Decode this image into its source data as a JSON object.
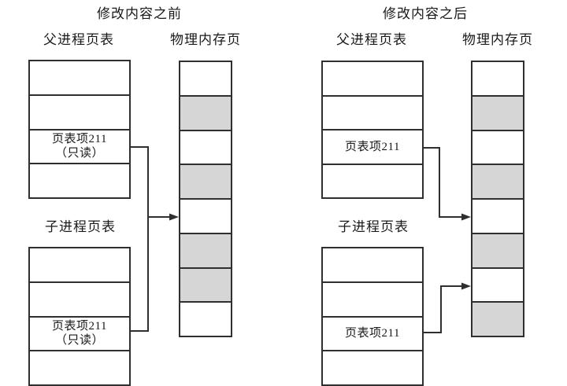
{
  "colors": {
    "bg": "#ffffff",
    "line-color": "#2f2f2f",
    "shaded-fill": "#d6d6d6",
    "text-color": "#1a1a1a"
  },
  "before": {
    "title": "修改内容之前",
    "parent_label": "父进程页表",
    "memory_label": "物理内存页",
    "child_label": "子进程页表",
    "parent_entry": {
      "line1": "页表项211",
      "line2": "（只读）"
    },
    "child_entry": {
      "line1": "页表项211",
      "line2": "（只读）"
    },
    "memory_rows": [
      "white",
      "gray",
      "white",
      "gray",
      "white",
      "gray",
      "gray",
      "white"
    ]
  },
  "after": {
    "title": "修改内容之后",
    "parent_label": "父进程页表",
    "memory_label": "物理内存页",
    "child_label": "子进程页表",
    "parent_entry": {
      "line1": "页表项211",
      "line2": ""
    },
    "child_entry": {
      "line1": "页表项211",
      "line2": ""
    },
    "memory_rows": [
      "white",
      "gray",
      "white",
      "gray",
      "white",
      "gray",
      "white",
      "gray"
    ]
  }
}
